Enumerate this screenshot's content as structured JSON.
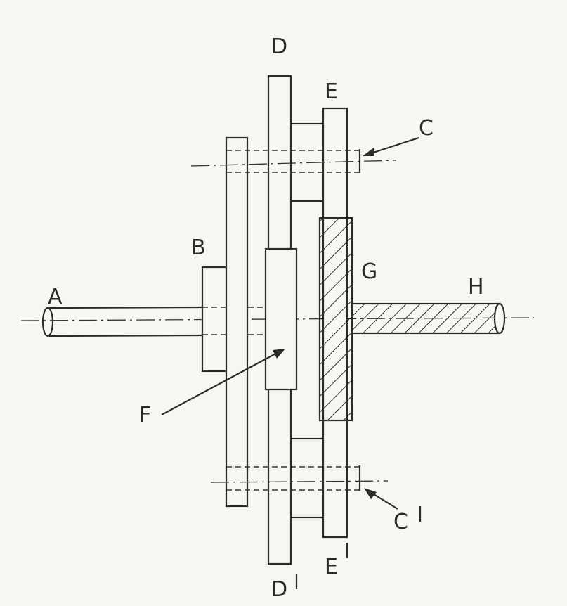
{
  "labels": {
    "A": "A",
    "B": "B",
    "C": "C",
    "C1": "C",
    "D": "D",
    "D1": "D",
    "E": "E",
    "E1": "E",
    "F": "F",
    "G": "G",
    "H": "H"
  },
  "colors": {
    "ink": "#2b2b2b",
    "background": "#f6f6f3"
  }
}
